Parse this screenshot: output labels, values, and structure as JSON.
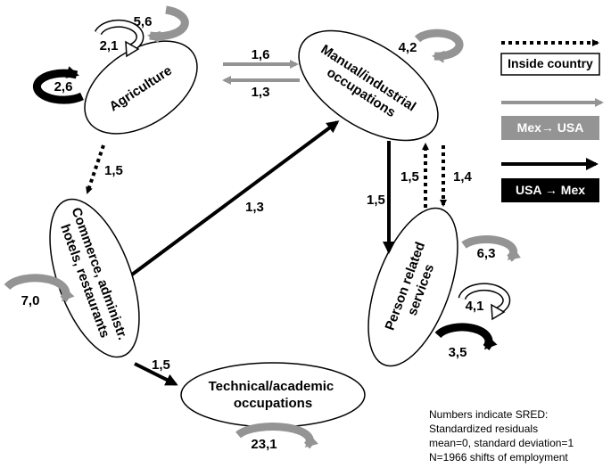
{
  "nodes": {
    "agriculture": "Agriculture",
    "manual": [
      "Manual/industrial",
      "occupations"
    ],
    "commerce": [
      "Commerce, administr.",
      "hotels, restaurants"
    ],
    "person": [
      "Person related",
      "services"
    ],
    "technical": [
      "Technical/academic",
      "occupations"
    ]
  },
  "edges": {
    "agri_to_manual": "1,6",
    "manual_to_agri": "1,3",
    "agri_to_commerce": "1,5",
    "commerce_to_manual": "1,3",
    "commerce_to_technical": "1,5",
    "manual_to_person_solid": "1,5",
    "person_to_manual": "1,5",
    "manual_to_person_dotted": "1,4"
  },
  "loops": {
    "agri_gray": "5,6",
    "agri_white": "2,1",
    "agri_black": "2,6",
    "manual_gray": "4,2",
    "commerce_gray": "7,0",
    "person_gray": "6,3",
    "person_white": "4,1",
    "person_black": "3,5",
    "technical_gray": "23,1"
  },
  "legend": {
    "inside": "Inside country",
    "mex_usa": "Mex→ USA",
    "usa_mex": "USA → Mex"
  },
  "note": [
    "Numbers indicate SRED:",
    "Standardized residuals",
    "mean=0, standard deviation=1",
    "N=1966 shifts of employment"
  ],
  "colors": {
    "gray": "#949494",
    "black": "#000000",
    "white": "#ffffff"
  }
}
